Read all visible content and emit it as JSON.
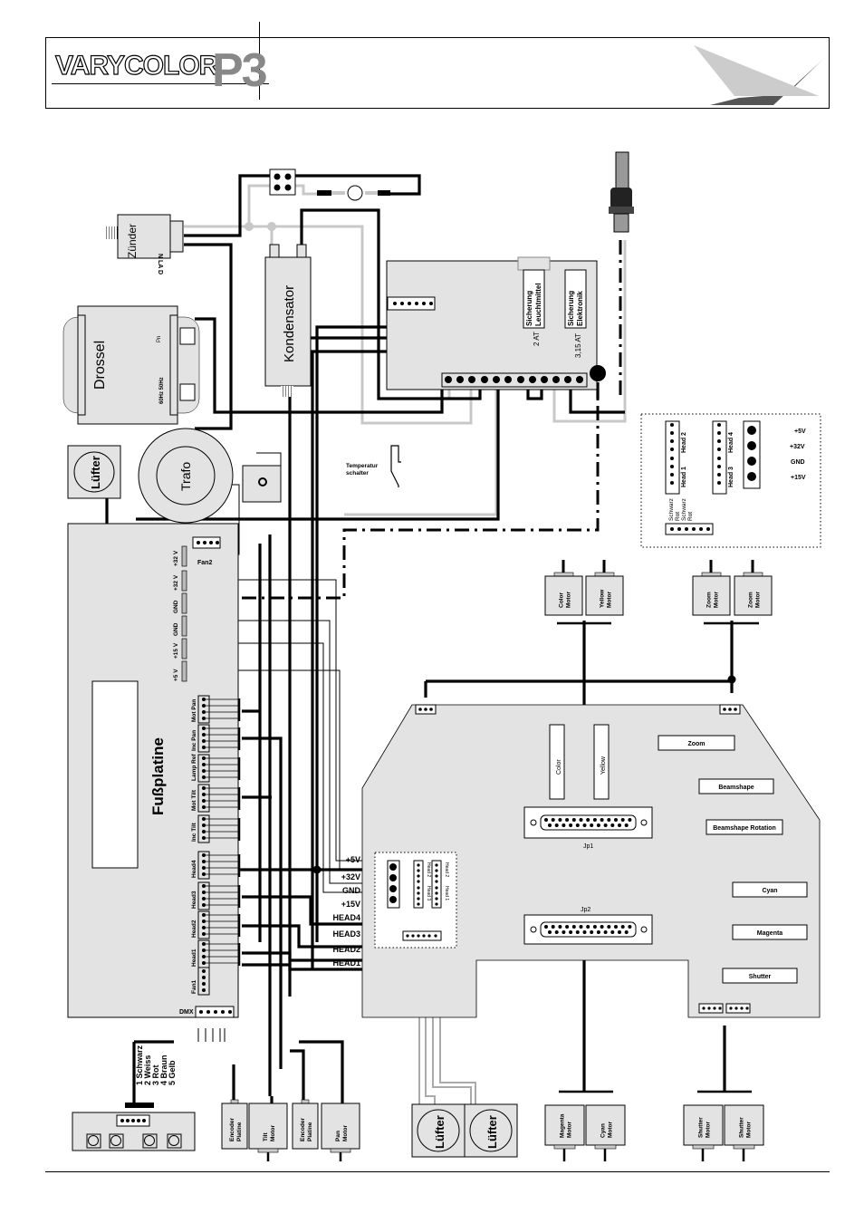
{
  "header": {
    "brand": "VARYCOLOR",
    "model": "P3"
  },
  "colors": {
    "board_fill": "#e3e3e3",
    "wire_dark": "#000000",
    "wire_light": "#c8c8c8",
    "logo_grey": "#888888",
    "logo_wing_light": "#cccccc",
    "logo_wing_dark": "#555555"
  },
  "mains": {
    "zuender": "Zünder",
    "zuender_pins": "N  LA  D",
    "drossel": "Drossel",
    "drossel_tag_top": "Pn",
    "drossel_tag_bottom": "60Hz 50Hz",
    "kondensator": "Kondensator",
    "trafo": "Trafo",
    "luefter": "Lüfter",
    "temperatur_schalter": [
      "Temperatur",
      "schalter"
    ]
  },
  "power_board": {
    "fuse1_label": [
      "Sicherung",
      "Leuchtmittel"
    ],
    "fuse1_rating": "2 AT",
    "fuse2_label": [
      "Sicherung",
      "Elektronik"
    ],
    "fuse2_rating": "3,15 AT"
  },
  "inset_head_board": {
    "head_labels": [
      "Head 2",
      "Head 1",
      "Head 4",
      "Head 3"
    ],
    "voltages": [
      "+5V",
      "+32V",
      "GND",
      "+15V"
    ],
    "wire_colors": [
      "Schwarz",
      "Rot",
      "Schwarz",
      "Rot"
    ]
  },
  "base_board": {
    "title": "Fußplatine",
    "fan_connector": "Fan2",
    "power_pins": [
      "+32 V",
      "+32 V",
      "GND",
      "GND",
      "+15 V",
      "+5 V"
    ],
    "connectors": [
      "Mot Pan",
      "Inc Pan",
      "Lamp Ref",
      "Mot Tilt",
      "Inc Tilt",
      "Head4",
      "Head3",
      "Head2",
      "Head1",
      "Fan1"
    ],
    "dmx": "DMX"
  },
  "bus_labels": [
    "+5V",
    "+32V",
    "GND",
    "+15V",
    "HEAD4",
    "HEAD3",
    "HEAD2",
    "HEAD1"
  ],
  "dmx_wires": [
    "1 Schwarz",
    "2 Weiss",
    "3 Rot",
    "4 Braun",
    "5 Gelb"
  ],
  "head_board": {
    "chips": [
      "Color",
      "Yellow"
    ],
    "drivers": [
      "Zoom",
      "Beamshape",
      "Beamshape Rotation",
      "Cyan",
      "Magenta",
      "Shutter"
    ],
    "jp1": "Jp1",
    "jp2": "Jp2",
    "inset_heads": [
      "Head 2",
      "Head 1",
      "Head 2",
      "Head 3"
    ]
  },
  "motors_top": [
    [
      "Color",
      "Motor"
    ],
    [
      "Yellow",
      "Motor"
    ],
    [
      "Zoom",
      "Motor"
    ],
    [
      "Zoom",
      "Motor"
    ]
  ],
  "bottom_components": {
    "encoder1": [
      "Encoder",
      "Platine"
    ],
    "tilt": [
      "Tilt",
      "Motor"
    ],
    "encoder2": [
      "Encoder",
      "Platine"
    ],
    "pan": [
      "Pan",
      "Motor"
    ],
    "fans": [
      "Lüfter",
      "Lüfter"
    ],
    "motors": [
      [
        "Magenta",
        "Motor"
      ],
      [
        "Cyan",
        "Motor"
      ],
      [
        "Shutter",
        "Motor"
      ],
      [
        "Shutter",
        "Motor"
      ]
    ]
  }
}
